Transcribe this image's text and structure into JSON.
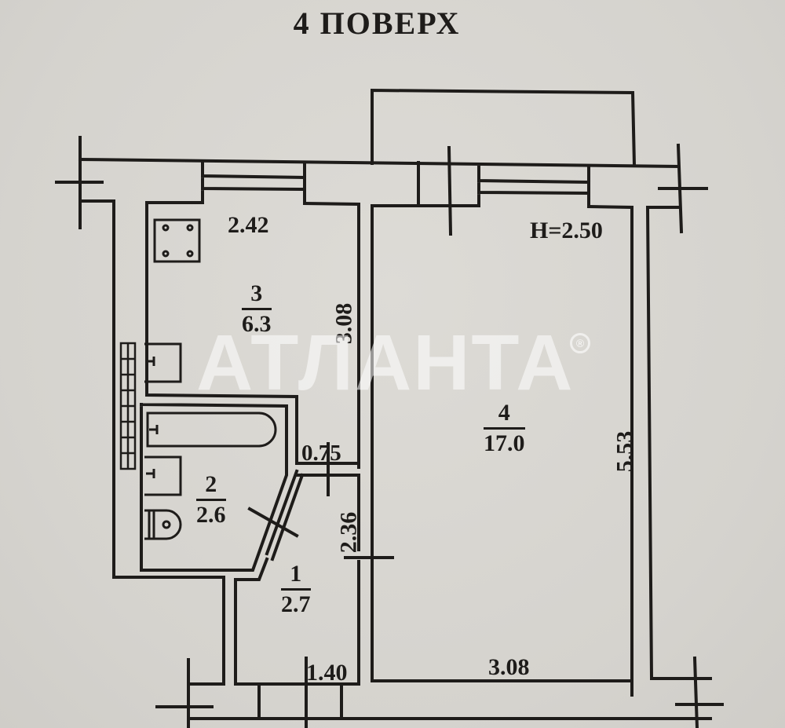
{
  "plan": {
    "title": "4 ПОВЕРХ",
    "ceiling_height": "H=2.50",
    "watermark": "АТЛАНТА",
    "watermark_mark": "®",
    "dimensions": {
      "kitchen_width": "2.42",
      "kitchen_depth": "3.08",
      "room_depth": "5.53",
      "room_width": "3.08",
      "corridor_opening": "0.75",
      "hall_depth": "2.36",
      "hall_width": "1.40"
    },
    "rooms": [
      {
        "number": "1",
        "area": "2.7"
      },
      {
        "number": "2",
        "area": "2.6"
      },
      {
        "number": "3",
        "area": "6.3"
      },
      {
        "number": "4",
        "area": "17.0"
      }
    ],
    "colors": {
      "background": "#d8d6d1",
      "ink": "#1e1c1a"
    }
  }
}
